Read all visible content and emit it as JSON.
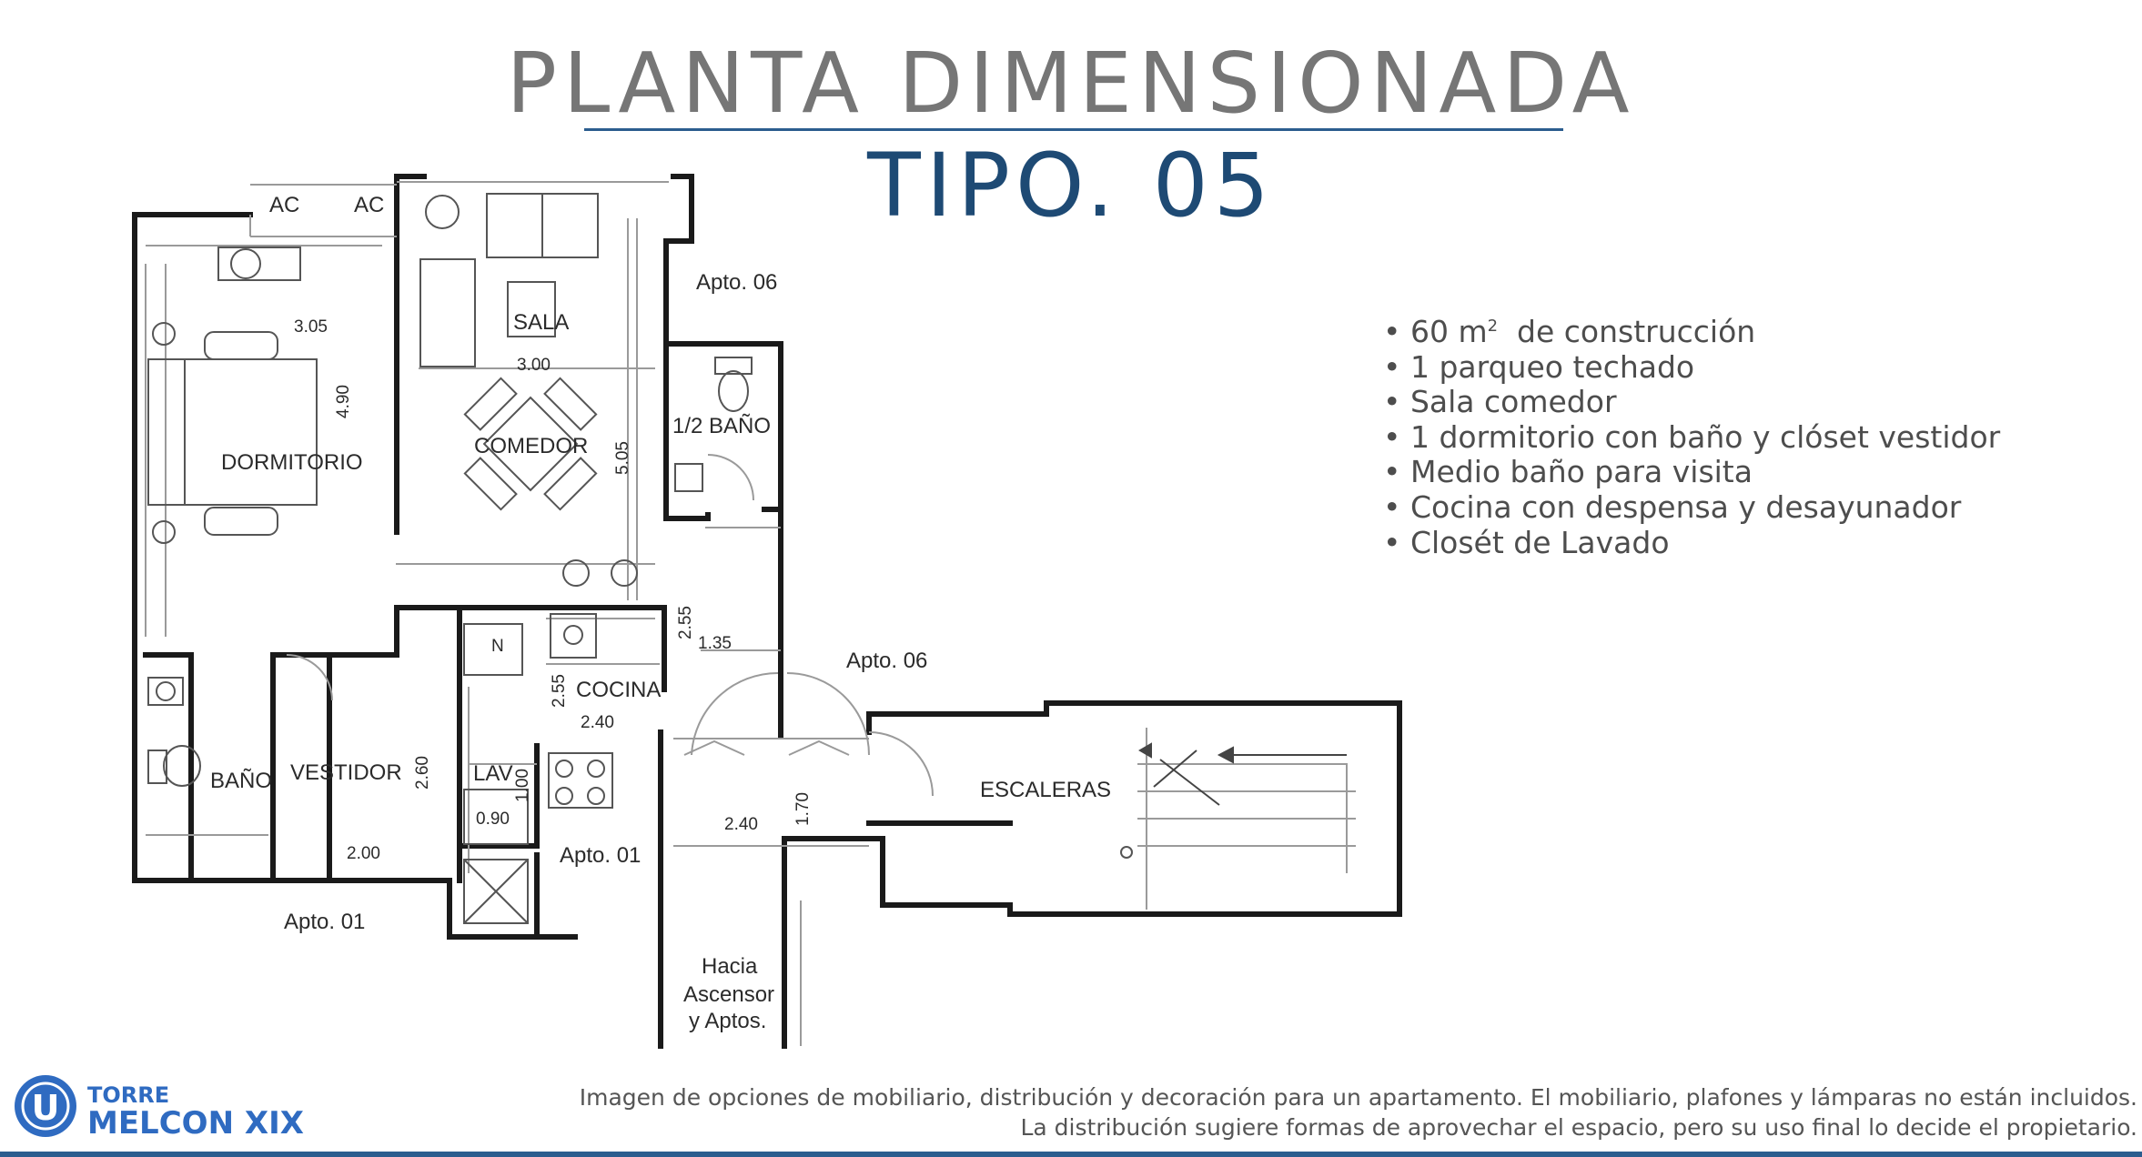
{
  "title": "PLANTA DIMENSIONADA",
  "subtitle": "TIPO. 05",
  "features": [
    {
      "text": "60 m",
      "sup": "2",
      "rest": "  de construcción"
    },
    {
      "text": "1 parqueo techado"
    },
    {
      "text": "Sala comedor"
    },
    {
      "text": "1 dormitorio con baño y clóset vestidor"
    },
    {
      "text": "Medio baño para visita"
    },
    {
      "text": "Cocina con despensa y desayunador"
    },
    {
      "text": "Closét de Lavado"
    }
  ],
  "disclaimer": {
    "line1": "Imagen de opciones de mobiliario, distribución y decoración para un apartamento. El mobiliario, plafones y lámparas no están incluidos.",
    "line2": "La distribución sugiere formas de aprovechar el espacio, pero su uso final lo decide el propietario."
  },
  "logo": {
    "line1": "TORRE",
    "line2": "MELCON XIX",
    "mark": "U"
  },
  "plan": {
    "ac1": "AC",
    "ac2": "AC",
    "sala": "SALA",
    "comedor": "COMEDOR",
    "dormitorio": "DORMITORIO",
    "medio_bano": "1/2 BAÑO",
    "cocina": "COCINA",
    "bano": "BAÑO",
    "vestidor": "VESTIDOR",
    "lav": "LAV",
    "escaleras": "ESCALERAS",
    "apto06_top": "Apto. 06",
    "apto06_mid": "Apto. 06",
    "apto01_left": "Apto. 01",
    "apto01_right": "Apto. 01",
    "hacia1": "Hacia",
    "hacia2": "Ascensor",
    "hacia3": "y Aptos.",
    "fridge": "N",
    "dims": {
      "d305": "3.05",
      "d300": "3.00",
      "d490": "4.90",
      "d505": "5.05",
      "d255a": "2.55",
      "d135": "1.35",
      "d255b": "2.55",
      "d240a": "2.40",
      "d260": "2.60",
      "d100": "1.00",
      "d090": "0.90",
      "d200": "2.00",
      "d240b": "2.40",
      "d170": "1.70"
    }
  },
  "colors": {
    "title_gray": "#767676",
    "brand_blue": "#1e4a74",
    "rule_blue": "#2b5d8e"
  }
}
